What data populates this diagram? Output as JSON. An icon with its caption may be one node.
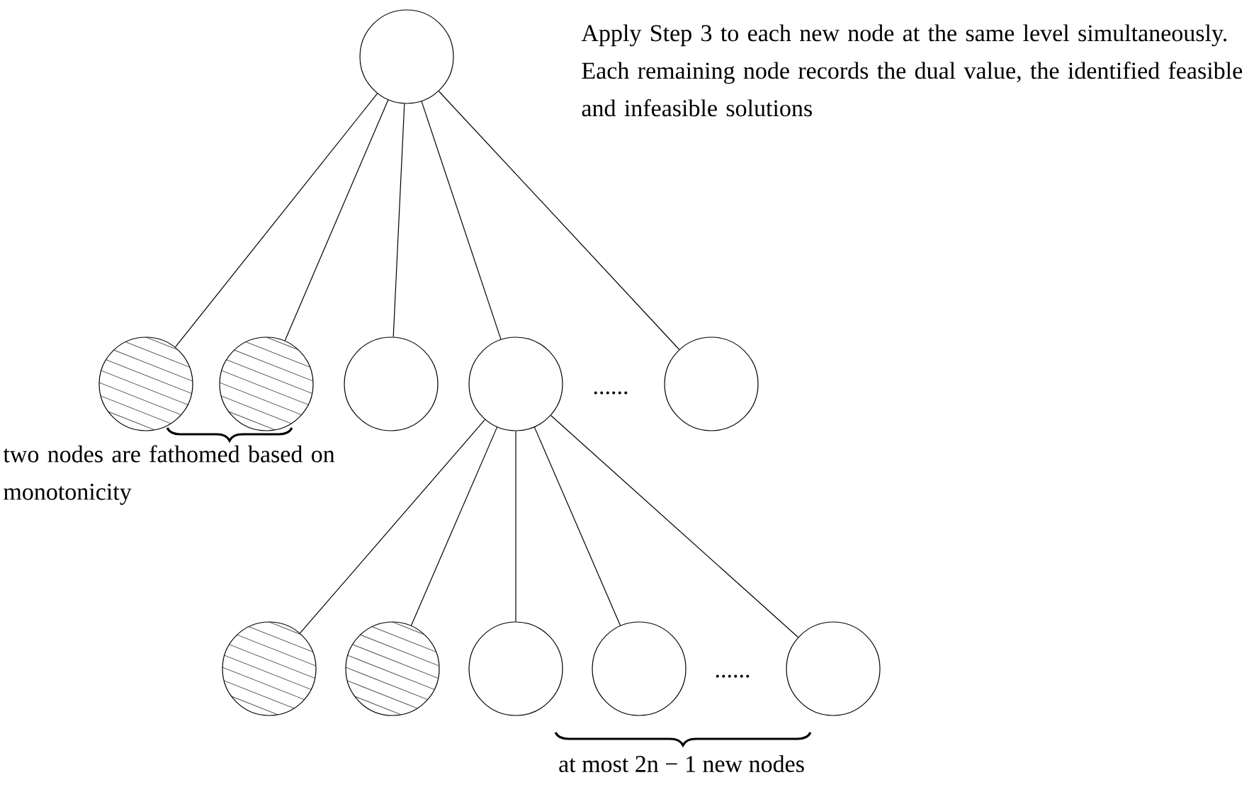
{
  "diagram": {
    "nodes": [
      {
        "text": [],
        "shape": "circle"
      },
      {
        "text": [],
        "shape": "hatched"
      },
      {
        "text": [],
        "shape": "hatched"
      },
      {
        "text": [],
        "shape": "circle"
      },
      {
        "text": [],
        "shape": "circle"
      },
      {
        "text": [],
        "shape": "circle"
      },
      {
        "text": [],
        "shape": "hatched"
      },
      {
        "text": [],
        "shape": "hatched"
      },
      {
        "text": [],
        "shape": "circle"
      },
      {
        "text": [],
        "shape": "circle"
      },
      {
        "text": [],
        "shape": "circle"
      }
    ],
    "edges": [
      {
        "from": 0,
        "to": 1,
        "arrow": "none"
      },
      {
        "from": 0,
        "to": 2,
        "arrow": "none"
      },
      {
        "from": 0,
        "to": 3,
        "arrow": "none"
      },
      {
        "from": 0,
        "to": 4,
        "arrow": "none"
      },
      {
        "from": 0,
        "to": 5,
        "arrow": "none"
      },
      {
        "from": 4,
        "to": 6,
        "arrow": "none"
      },
      {
        "from": 4,
        "to": 7,
        "arrow": "none"
      },
      {
        "from": 4,
        "to": 8,
        "arrow": "none"
      },
      {
        "from": 4,
        "to": 9,
        "arrow": "none"
      },
      {
        "from": 4,
        "to": 10,
        "arrow": "none"
      }
    ],
    "labels": [
      "Apply Step 3 to each new node at the same level simultaneously. Each remaining node records the dual value, the identified feasible and infeasible solutions",
      "......",
      "two nodes are fathomed based on monotonicity",
      "......",
      "at most 2n − 1 new nodes"
    ]
  }
}
